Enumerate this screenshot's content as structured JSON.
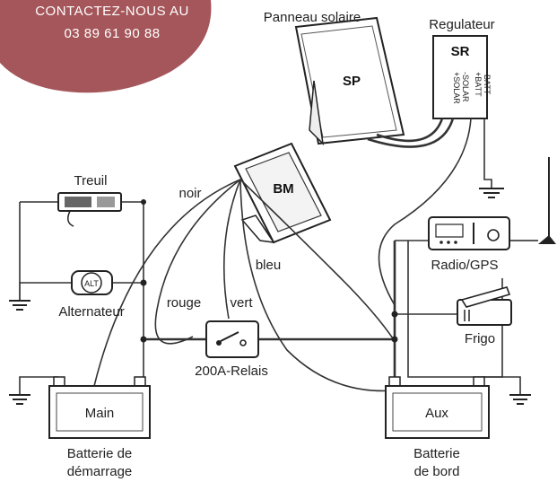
{
  "badge": {
    "line1": "CONTACTEZ-NOUS AU",
    "line2": "03 89 61 90 88",
    "color": "#a5565a"
  },
  "components": {
    "solar_panel": {
      "caption": "Panneau solaire",
      "code": "SP"
    },
    "regulator": {
      "caption": "Regulateur",
      "code": "SR",
      "terminals": [
        "-BATT",
        "+BATT",
        "-SOLAR",
        "+SOLAR"
      ]
    },
    "battery_monitor": {
      "code": "BM"
    },
    "winch": {
      "caption": "Treuil"
    },
    "alternator": {
      "caption": "Alternateur",
      "code": "ALT"
    },
    "relay": {
      "caption": "200A-Relais"
    },
    "radio_gps": {
      "caption": "Radio/GPS"
    },
    "fridge": {
      "caption": "Frigo"
    },
    "main_battery": {
      "code": "Main",
      "caption_line1": "Batterie de",
      "caption_line2": "démarrage"
    },
    "aux_battery": {
      "code": "Aux",
      "caption_line1": "Batterie",
      "caption_line2": "de bord"
    }
  },
  "wire_labels": {
    "noir": "noir",
    "bleu": "bleu",
    "rouge": "rouge",
    "vert": "vert"
  }
}
